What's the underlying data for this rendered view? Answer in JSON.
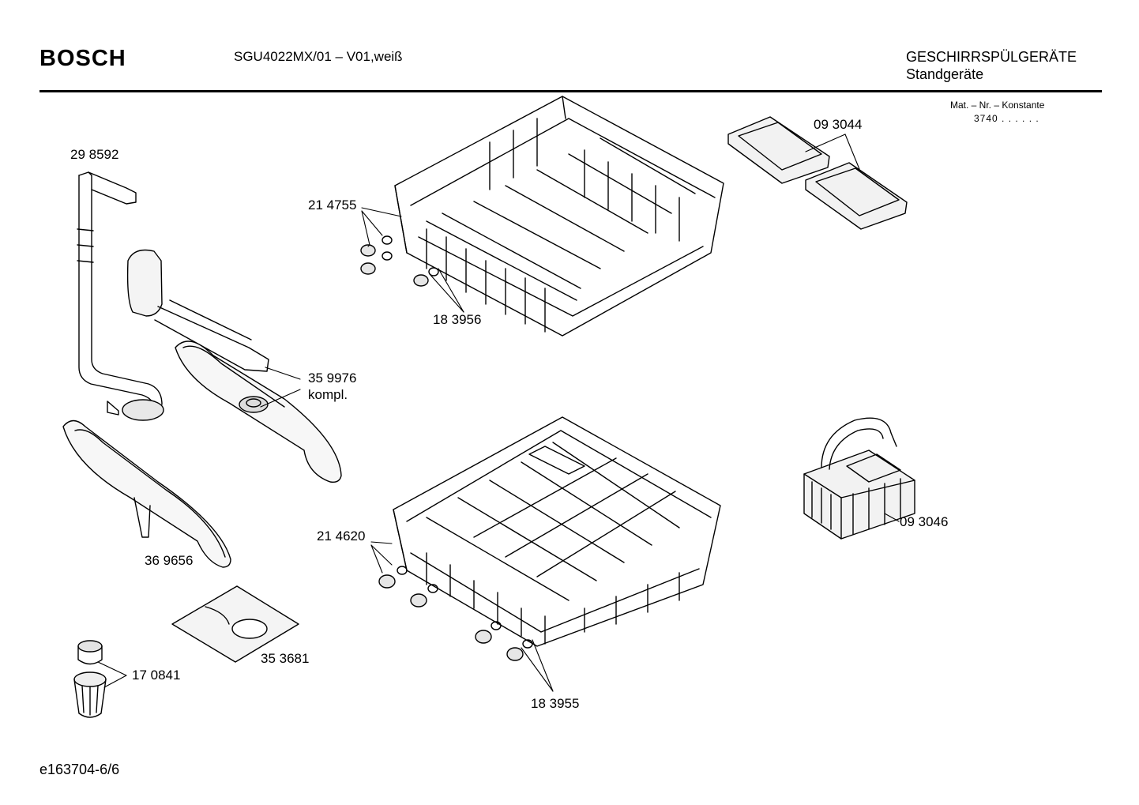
{
  "header": {
    "brand": "BOSCH",
    "model": "SGU4022MX/01 – V01,weiß",
    "category": "GESCHIRRSPÜLGERÄTE",
    "subcategory": "Standgeräte",
    "mat_label": "Mat. – Nr. – Konstante",
    "mat_value": "3740 . .   . . . ."
  },
  "parts": [
    {
      "id": "part-298592",
      "number": "29 8592"
    },
    {
      "id": "part-214755",
      "number": "21 4755"
    },
    {
      "id": "part-183956",
      "number": "18 3956"
    },
    {
      "id": "part-093044",
      "number": "09 3044"
    },
    {
      "id": "part-359976",
      "number": "35 9976",
      "note": "kompl."
    },
    {
      "id": "part-369656",
      "number": "36 9656"
    },
    {
      "id": "part-214620",
      "number": "21 4620"
    },
    {
      "id": "part-093046",
      "number": "09 3046"
    },
    {
      "id": "part-353681",
      "number": "35 3681"
    },
    {
      "id": "part-170841",
      "number": "17 0841"
    },
    {
      "id": "part-183955",
      "number": "18 3955"
    }
  ],
  "footer": {
    "code": "e163704-6/6"
  }
}
